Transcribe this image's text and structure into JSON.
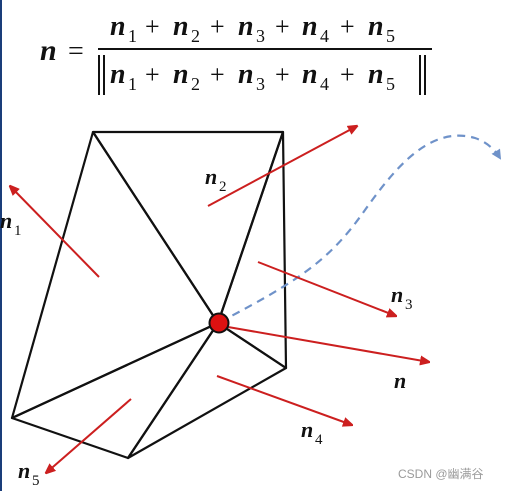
{
  "formula": {
    "lhs": "n",
    "equals": "=",
    "plus": "+",
    "numerator_terms": [
      {
        "base": "n",
        "sub": "1"
      },
      {
        "base": "n",
        "sub": "2"
      },
      {
        "base": "n",
        "sub": "3"
      },
      {
        "base": "n",
        "sub": "4"
      },
      {
        "base": "n",
        "sub": "5"
      }
    ],
    "denominator_terms": [
      {
        "base": "n",
        "sub": "1"
      },
      {
        "base": "n",
        "sub": "2"
      },
      {
        "base": "n",
        "sub": "3"
      },
      {
        "base": "n",
        "sub": "4"
      },
      {
        "base": "n",
        "sub": "5"
      }
    ]
  },
  "labels": {
    "n1": {
      "base": "n",
      "sub": "1"
    },
    "n2": {
      "base": "n",
      "sub": "2"
    },
    "n3": {
      "base": "n",
      "sub": "3"
    },
    "n4": {
      "base": "n",
      "sub": "4"
    },
    "n5": {
      "base": "n",
      "sub": "5"
    },
    "n": {
      "base": "n"
    }
  },
  "watermark": "CSDN @幽满谷",
  "colors": {
    "arrow": "#cc1f1f",
    "vertex": "#dd1111",
    "edge": "#111111",
    "dashed": "#6f92c9"
  }
}
